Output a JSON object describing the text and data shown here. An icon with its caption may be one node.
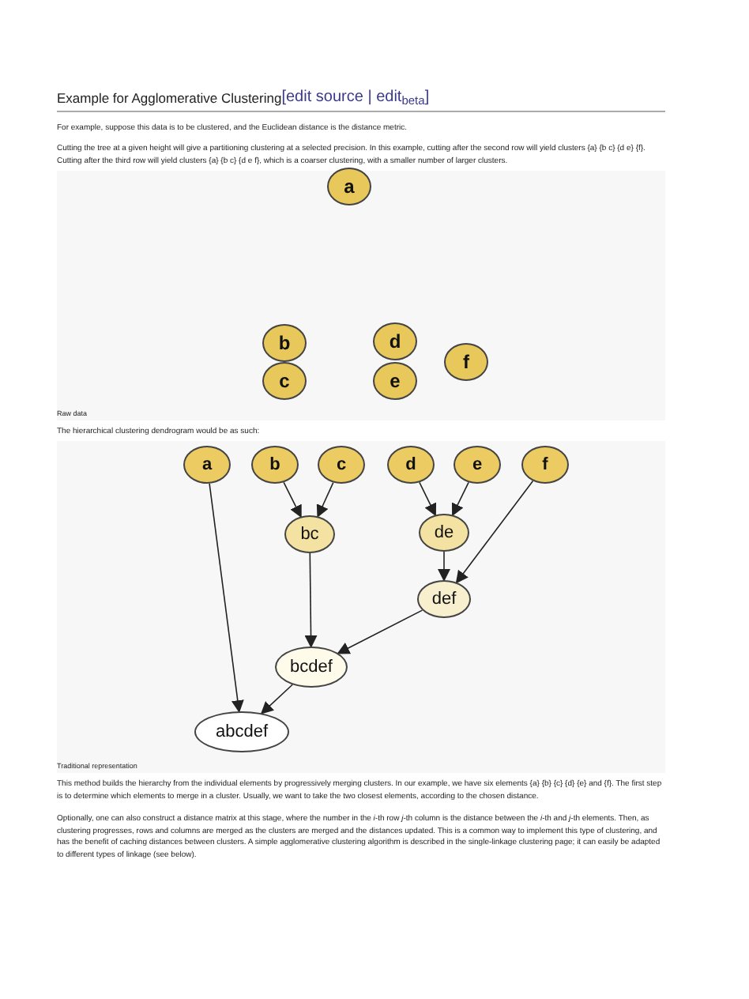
{
  "diagram": {
    "title": "Example for Agglomerative Clustering",
    "nodes": [
      {
        "text": [
          "a"
        ]
      },
      {
        "text": [
          "b"
        ]
      },
      {
        "text": [
          "c"
        ]
      },
      {
        "text": [
          "d"
        ]
      },
      {
        "text": [
          "e"
        ]
      },
      {
        "text": [
          "f"
        ]
      },
      {
        "text": [
          "a"
        ]
      },
      {
        "text": [
          "b"
        ]
      },
      {
        "text": [
          "c"
        ]
      },
      {
        "text": [
          "d"
        ]
      },
      {
        "text": [
          "e"
        ]
      },
      {
        "text": [
          "f"
        ]
      },
      {
        "text": [
          "bc"
        ]
      },
      {
        "text": [
          "de"
        ]
      },
      {
        "text": [
          "def"
        ]
      },
      {
        "text": [
          "bcdef"
        ]
      },
      {
        "text": [
          "abcdef"
        ]
      }
    ],
    "edges": [
      {
        "from": 7,
        "to": 12,
        "arrow": "to"
      },
      {
        "from": 8,
        "to": 12,
        "arrow": "to"
      },
      {
        "from": 9,
        "to": 13,
        "arrow": "to"
      },
      {
        "from": 10,
        "to": 13,
        "arrow": "to"
      },
      {
        "from": 13,
        "to": 14,
        "arrow": "to"
      },
      {
        "from": 11,
        "to": 14,
        "arrow": "to"
      },
      {
        "from": 12,
        "to": 15,
        "arrow": "to"
      },
      {
        "from": 14,
        "to": 15,
        "arrow": "to"
      },
      {
        "from": 6,
        "to": 16,
        "arrow": "to"
      },
      {
        "from": 15,
        "to": 16,
        "arrow": "to"
      }
    ],
    "labels": [
      "[edit source | edit$_{beta}$]",
      "For example, suppose this data is to be clustered, and the Euclidean distance is the distance metric.",
      "Cutting the tree at a given height will give a partitioning clustering at a selected precision. In this example, cutting after the second row will yield clusters {a} {b c} {d e} {f}. Cutting after the third row will yield clusters {a} {b c} {d e f}, which is a coarser clustering, with a smaller number of larger clusters.",
      "Raw data",
      "The hierarchical clustering dendrogram would be as such:",
      "Traditional representation",
      "This method builds the hierarchy from the individual elements by progressively merging clusters. In our example, we have six elements {a} {b} {c} {d} {e} and {f}. The first step is to determine which elements to merge in a cluster. Usually, we want to take the two closest elements, according to the chosen distance.",
      "Optionally, one can also construct a distance matrix at this stage, where the number in the *i*-th row *j*-th column is the distance between the *i*-th and *j*-th elements. Then, as clustering progresses, rows and columns are merged as the clusters are merged and the distances updated. This is a common way to implement this type of clustering, and has the benefit of caching distances between clusters. A simple agglomerative clustering algorithm is described in the single-linkage clustering page; it can easily be adapted to different types of linkage (see below)."
    ]
  }
}
